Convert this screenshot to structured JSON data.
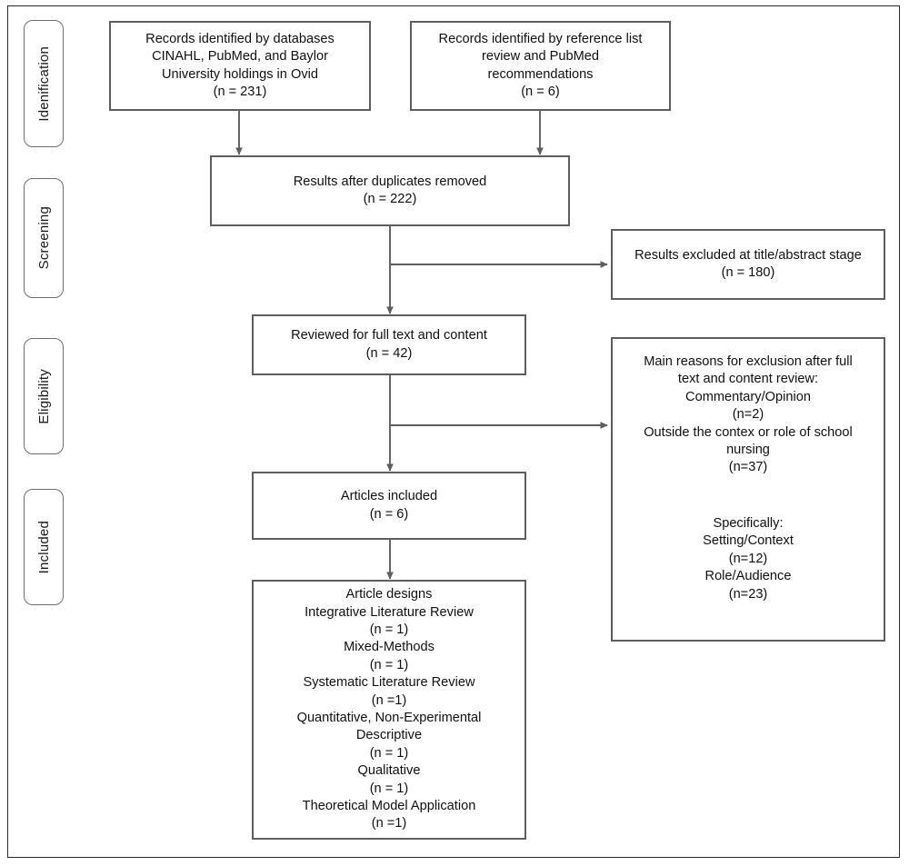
{
  "diagram": {
    "type": "prisma-flow-diagram",
    "colors": {
      "box_border": "#5e5e5e",
      "pill_border": "#6e6e6e",
      "frame_border": "#2b2b2b",
      "connector": "#5e5e5e",
      "text": "#111111",
      "background": "#ffffff"
    }
  },
  "stages": [
    {
      "id": "identification",
      "label": "Idenification"
    },
    {
      "id": "screening",
      "label": "Screening"
    },
    {
      "id": "eligibility",
      "label": "Eligibility"
    },
    {
      "id": "included",
      "label": "Included"
    }
  ],
  "boxes": {
    "records_databases": {
      "text": "Records identified by databases\nCINAHL, PubMed, and Baylor\nUniversity holdings in Ovid\n(n = 231)",
      "count": 231
    },
    "records_reference": {
      "text": "Records identified by reference list\nreview and  PubMed\nrecommendations\n(n = 6)",
      "count": 6
    },
    "duplicates_removed": {
      "text": "Results after duplicates removed\n(n = 222)",
      "count": 222
    },
    "excluded_title_abstract": {
      "text": "Results excluded at title/abstract stage\n(n = 180)",
      "count": 180
    },
    "reviewed_full_text": {
      "text": "Reviewed for full text and content\n(n = 42)",
      "count": 42
    },
    "exclusion_reasons_top": {
      "text": "Main reasons for exclusion after full\ntext and content review:\nCommentary/Opinion\n(n=2)\nOutside the contex or role of school\nnursing\n(n=37)"
    },
    "exclusion_reasons_bottom": {
      "text": "Specifically:\nSetting/Context\n(n=12)\nRole/Audience\n(n=23)"
    },
    "articles_included": {
      "text": "Articles included\n(n = 6)",
      "count": 6
    },
    "article_designs": {
      "text": "Article designs\nIntegrative Literature Review\n(n = 1)\nMixed-Methods\n(n = 1)\nSystematic Literature Review\n(n =1)\nQuantitative, Non-Experimental\nDescriptive\n(n = 1)\nQualitative\n(n = 1)\nTheoretical Model Application\n(n =1)"
    }
  },
  "chart_data": {
    "type": "table",
    "title": "PRISMA flow of study selection",
    "nodes": [
      {
        "stage": "Idenification",
        "label": "Records identified by databases CINAHL, PubMed, and Baylor University holdings in Ovid",
        "n": 231
      },
      {
        "stage": "Idenification",
        "label": "Records identified by reference list review and PubMed recommendations",
        "n": 6
      },
      {
        "stage": "Screening",
        "label": "Results after duplicates removed",
        "n": 222
      },
      {
        "stage": "Screening",
        "label": "Results excluded at title/abstract stage",
        "n": 180
      },
      {
        "stage": "Eligibility",
        "label": "Reviewed for full text and content",
        "n": 42
      },
      {
        "stage": "Eligibility",
        "label": "Excluded: Commentary/Opinion",
        "n": 2
      },
      {
        "stage": "Eligibility",
        "label": "Excluded: Outside the contex or role of school nursing",
        "n": 37
      },
      {
        "stage": "Eligibility",
        "label": "Specifically: Setting/Context",
        "n": 12
      },
      {
        "stage": "Eligibility",
        "label": "Specifically: Role/Audience",
        "n": 23
      },
      {
        "stage": "Included",
        "label": "Articles included",
        "n": 6
      },
      {
        "stage": "Included",
        "label": "Integrative Literature Review",
        "n": 1
      },
      {
        "stage": "Included",
        "label": "Mixed-Methods",
        "n": 1
      },
      {
        "stage": "Included",
        "label": "Systematic Literature Review",
        "n": 1
      },
      {
        "stage": "Included",
        "label": "Quantitative, Non-Experimental Descriptive",
        "n": 1
      },
      {
        "stage": "Included",
        "label": "Qualitative",
        "n": 1
      },
      {
        "stage": "Included",
        "label": "Theoretical Model Application",
        "n": 1
      }
    ]
  }
}
